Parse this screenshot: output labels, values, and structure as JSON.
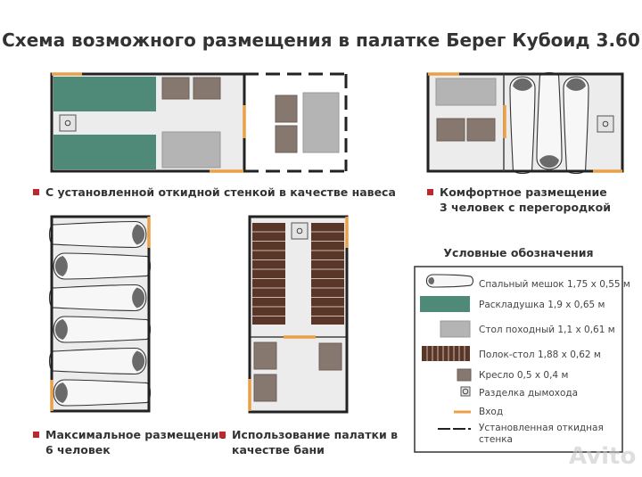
{
  "title": "Схема возможного размещения в палатке Берег Кубоид 3.60",
  "captions": [
    {
      "line1": "С установленной откидной стенкой в качестве навеса",
      "line2": ""
    },
    {
      "line1": "Комфортное размещение",
      "line2": "3 человек с перегородкой"
    },
    {
      "line1": "Максимальное размещение",
      "line2": "6 человек"
    },
    {
      "line1": "Использование палатки в",
      "line2": "качестве бани"
    }
  ],
  "legend": {
    "title": "Условные обозначения",
    "items": [
      {
        "icon": "sleeping-bag",
        "label": "Спальный мешок 1,75 x 0,55 м"
      },
      {
        "icon": "cot",
        "label": "Раскладушка 1,9 x 0,65 м"
      },
      {
        "icon": "table",
        "label": "Стол походный 1,1 x 0,61 м"
      },
      {
        "icon": "bench",
        "label": "Полок-стол 1,88 x 0,62 м"
      },
      {
        "icon": "chair",
        "label": "Кресло 0,5 x 0,4 м"
      },
      {
        "icon": "chimney",
        "label": "Разделка дымохода"
      },
      {
        "icon": "entrance",
        "label": "Вход"
      },
      {
        "icon": "dashed-wall",
        "label": "Установленная откидная стенка"
      }
    ]
  },
  "colors": {
    "cot": "#4f8a79",
    "chair": "#86776f",
    "table": "#b4b4b4",
    "floor": "#ececec",
    "entrance": "#e9a048",
    "bench": "#5a3628",
    "bullet": "#c0272d",
    "wall": "#222222"
  },
  "watermark": "Avito"
}
